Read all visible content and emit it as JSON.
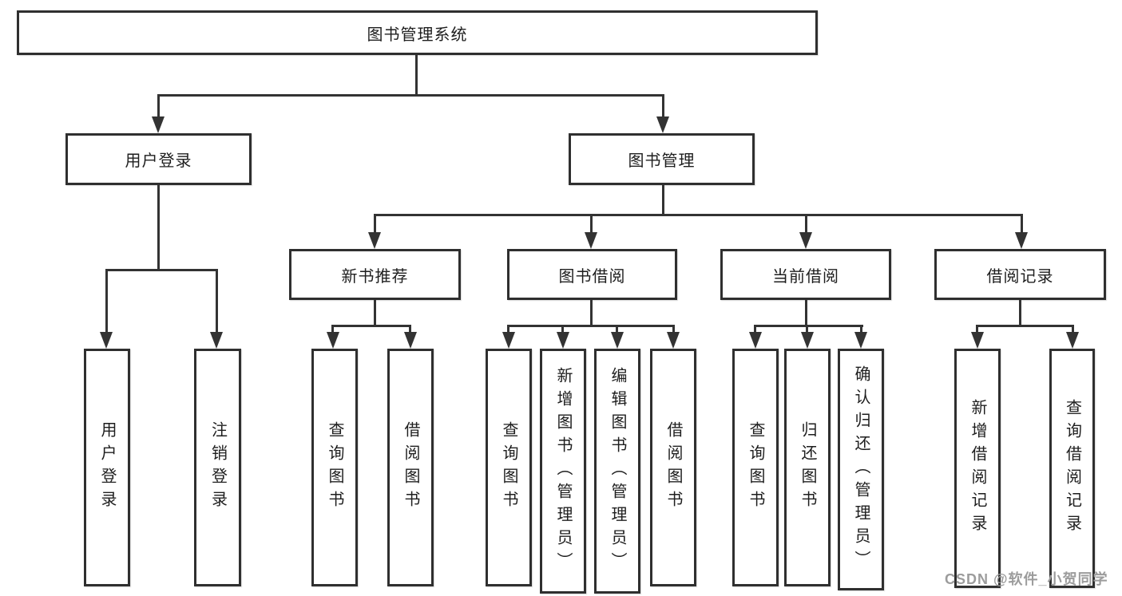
{
  "diagram": {
    "title": "图书管理系统",
    "root": {
      "label": "图书管理系统"
    },
    "level2": {
      "user_login": {
        "label": "用户登录"
      },
      "book_management": {
        "label": "图书管理"
      }
    },
    "level3": {
      "new_book_recommend": {
        "label": "新书推荐"
      },
      "book_borrow": {
        "label": "图书借阅"
      },
      "current_borrow": {
        "label": "当前借阅"
      },
      "borrow_record": {
        "label": "借阅记录"
      }
    },
    "leaves": {
      "user_login": {
        "label": "用户登录"
      },
      "logout": {
        "label": "注销登录"
      },
      "nb_query_book": {
        "label": "查询图书"
      },
      "nb_borrow_book": {
        "label": "借阅图书"
      },
      "bb_query_book": {
        "label": "查询图书"
      },
      "bb_add_book_admin": {
        "label": "新增图书（管理员）"
      },
      "bb_edit_book_admin": {
        "label": "编辑图书（管理员）"
      },
      "bb_borrow_book": {
        "label": "借阅图书"
      },
      "cb_query_book": {
        "label": "查询图书"
      },
      "cb_return_book": {
        "label": "归还图书"
      },
      "cb_confirm_return_admin": {
        "label": "确认归还（管理员）"
      },
      "br_add_record": {
        "label": "新增借阅记录"
      },
      "br_query_record": {
        "label": "查询借阅记录"
      }
    }
  },
  "watermark": {
    "text": "CSDN @软件_小贺同学"
  },
  "colors": {
    "line": "#333333",
    "border": "#2f2f2f",
    "text": "#1e1e1e",
    "watermark": "#9c9c9c",
    "background": "#ffffff"
  }
}
